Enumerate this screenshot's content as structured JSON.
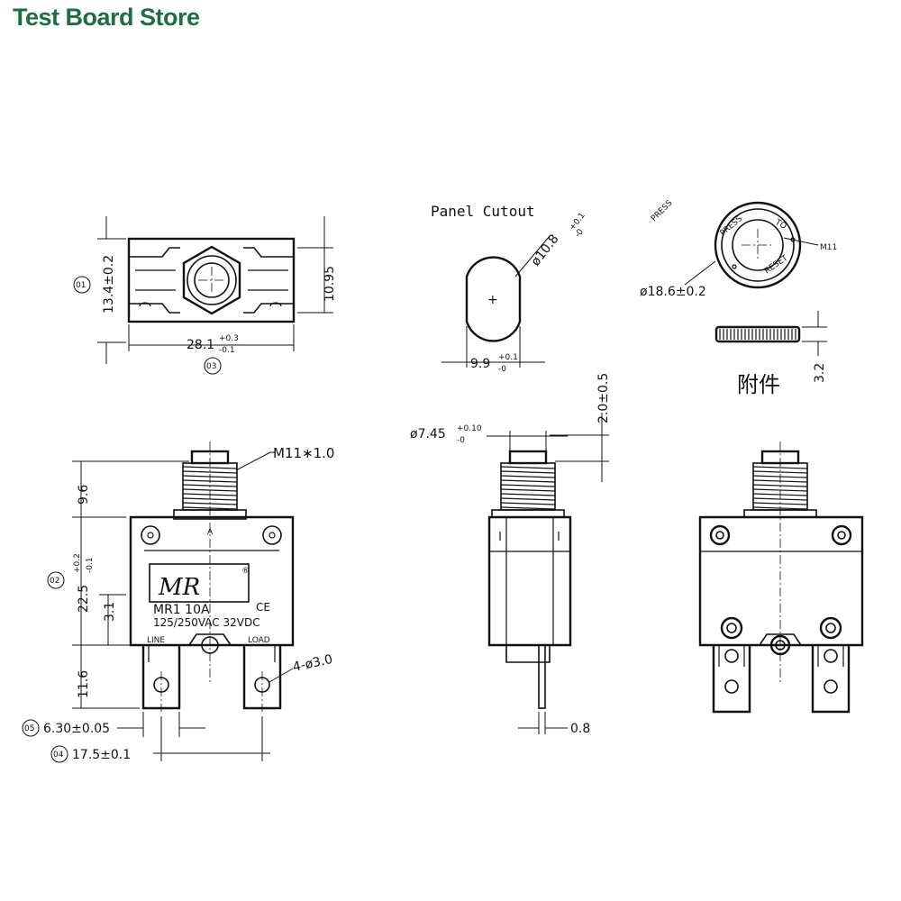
{
  "brand": "Test Board Store",
  "panel_cutout": {
    "title": "Panel Cutout",
    "dia": "ø10.8",
    "dia_tol_top": "+0.1",
    "dia_tol_bot": "-0",
    "width": "9.9",
    "width_tol_top": "+0.1",
    "width_tol_bot": "-0"
  },
  "nut": {
    "press": "PRESS",
    "ring_press": "PRESS",
    "ring_to": "TO",
    "ring_reset": "RESET",
    "thread": "M11",
    "dia": "ø18.6±0.2",
    "thickness": "3.2",
    "accessory": "附件"
  },
  "top_view": {
    "height": "13.4±0.2",
    "inner": "10.95",
    "width": "28.1",
    "width_tol_top": "+0.3",
    "width_tol_bot": "-0.1",
    "ref1": "01",
    "ref3": "03"
  },
  "front_view": {
    "thread": "M11∗1.0",
    "h_thread": "9.6",
    "h_body": "22.5",
    "h_body_tol_top": "+0.2",
    "h_body_tol_bot": "-0.1",
    "h_mid": "3.1",
    "h_term": "11.6",
    "hole": "4-ø3.0",
    "term_w": "6.30±0.05",
    "pitch": "17.5±0.1",
    "ref2": "02",
    "ref5": "05",
    "ref4": "04",
    "arrow_label": "A",
    "logo": "MR",
    "model": "MR1  10A",
    "rating": "125/250VAC  32VDC",
    "ce": "CE",
    "line": "LINE",
    "load": "LOAD"
  },
  "side_view": {
    "dia": "ø7.45",
    "dia_tol_top": "+0.10",
    "dia_tol_bot": "-0",
    "button": "2.0±0.5",
    "thickness": "0.8"
  }
}
